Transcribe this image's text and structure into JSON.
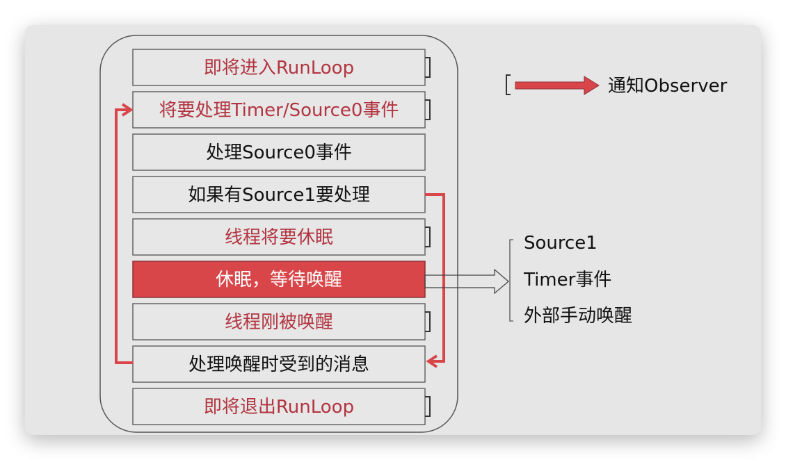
{
  "steps": [
    {
      "label": "即将进入RunLoop",
      "style": "red",
      "notify": true
    },
    {
      "label": "将要处理Timer/Source0事件",
      "style": "red",
      "notify": true
    },
    {
      "label": "处理Source0事件",
      "style": "black",
      "notify": false
    },
    {
      "label": "如果有Source1要处理",
      "style": "black",
      "notify": false
    },
    {
      "label": "线程将要休眠",
      "style": "red",
      "notify": true
    },
    {
      "label": "休眠，等待唤醒",
      "style": "filled",
      "notify": false
    },
    {
      "label": "线程刚被唤醒",
      "style": "red",
      "notify": true
    },
    {
      "label": "处理唤醒时受到的消息",
      "style": "black",
      "notify": false
    },
    {
      "label": "即将退出RunLoop",
      "style": "red",
      "notify": true
    }
  ],
  "legend": {
    "label": "通知Observer"
  },
  "wake_sources": [
    "Source1",
    "Timer事件",
    "外部手动唤醒"
  ],
  "colors": {
    "accent": "#d8464a",
    "red_text": "#b23440",
    "background": "#e6e6e6"
  }
}
